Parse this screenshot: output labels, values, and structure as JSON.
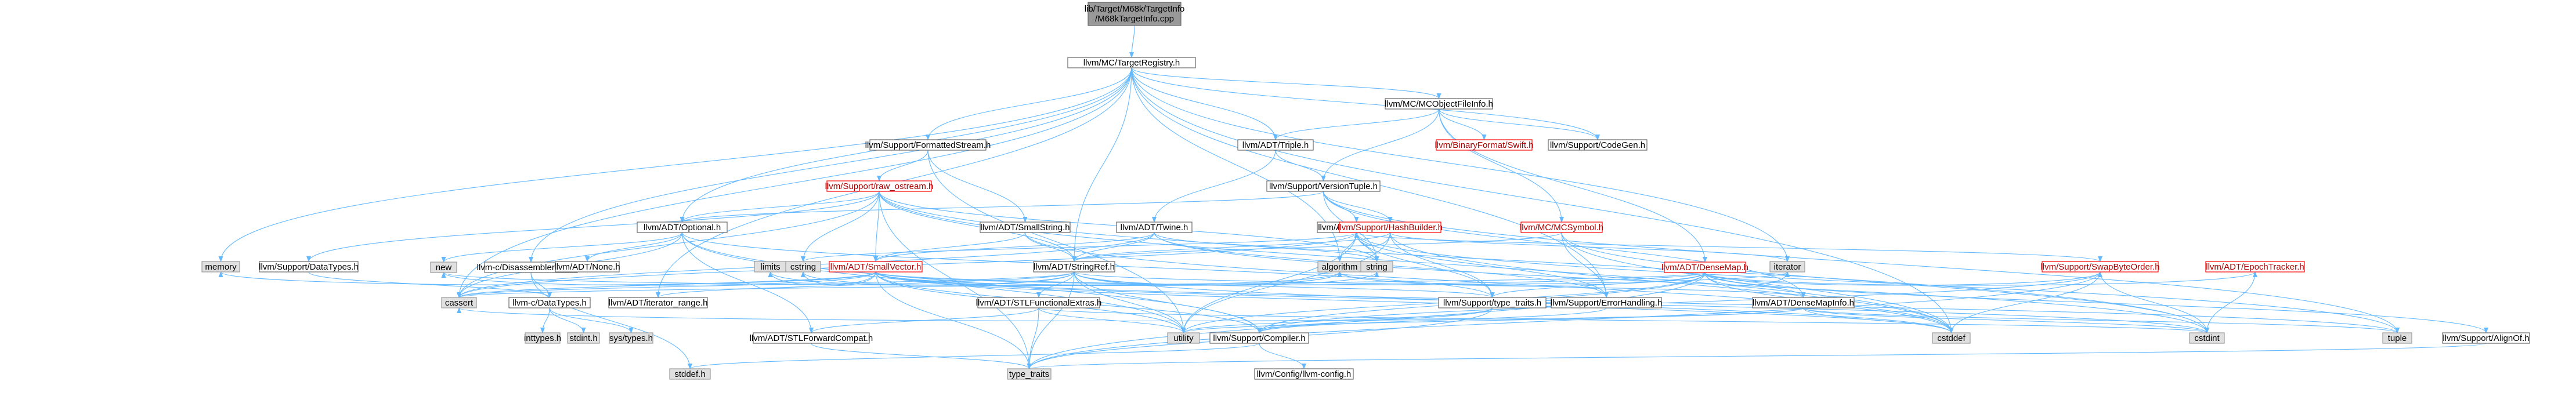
{
  "colors": {
    "node_fill": "#ffffff",
    "node_border": "#666666",
    "root_fill": "#999999",
    "system_fill": "#e0e0e0",
    "system_border": "#999999",
    "red_border": "#ff0000",
    "red_text": "#b00000",
    "edge": "#63b8ff"
  },
  "nodes": [
    {
      "id": "root",
      "label": "lib/Target/M68k/TargetInfo\n/M68kTargetInfo.cpp",
      "style": "root"
    },
    {
      "id": "tr",
      "label": "llvm/MC/TargetRegistry.h",
      "style": "normal"
    },
    {
      "id": "cdis",
      "label": "llvm-c/DisassemblerTypes.h",
      "style": "normal"
    },
    {
      "id": "cdt",
      "label": "llvm-c/DataTypes.h",
      "style": "normal"
    },
    {
      "id": "inttypes",
      "label": "inttypes.h",
      "style": "system"
    },
    {
      "id": "stdinth",
      "label": "stdint.h",
      "style": "system"
    },
    {
      "id": "systypes",
      "label": "sys/types.h",
      "style": "system"
    },
    {
      "id": "stddef",
      "label": "stddef.h",
      "style": "system"
    },
    {
      "id": "memory",
      "label": "memory",
      "style": "system"
    },
    {
      "id": "formstream",
      "label": "llvm/Support/FormattedStream.h",
      "style": "normal"
    },
    {
      "id": "rawostream",
      "label": "llvm/Support/raw_ostream.h",
      "style": "red"
    },
    {
      "id": "supdt",
      "label": "llvm/Support/DataTypes.h",
      "style": "normal"
    },
    {
      "id": "optional",
      "label": "llvm/ADT/Optional.h",
      "style": "normal"
    },
    {
      "id": "none",
      "label": "llvm/ADT/None.h",
      "style": "normal"
    },
    {
      "id": "smallstring",
      "label": "llvm/ADT/SmallString.h",
      "style": "normal"
    },
    {
      "id": "smallvector",
      "label": "llvm/ADT/SmallVector.h",
      "style": "red"
    },
    {
      "id": "iterrange",
      "label": "llvm/ADT/iterator_range.h",
      "style": "normal"
    },
    {
      "id": "new",
      "label": "new",
      "style": "system"
    },
    {
      "id": "limits",
      "label": "limits",
      "style": "system"
    },
    {
      "id": "cstring",
      "label": "cstring",
      "style": "system"
    },
    {
      "id": "cassert",
      "label": "cassert",
      "style": "system"
    },
    {
      "id": "stlfunc",
      "label": "llvm/ADT/STLFunctionalExtras.h",
      "style": "normal"
    },
    {
      "id": "stlfwd",
      "label": "llvm/ADT/STLForwardCompat.h",
      "style": "normal"
    },
    {
      "id": "typetraits",
      "label": "type_traits",
      "style": "system"
    },
    {
      "id": "twine",
      "label": "llvm/ADT/Twine.h",
      "style": "normal"
    },
    {
      "id": "stringref",
      "label": "llvm/ADT/StringRef.h",
      "style": "normal"
    },
    {
      "id": "algorithm",
      "label": "algorithm",
      "style": "system"
    },
    {
      "id": "string",
      "label": "string",
      "style": "system"
    },
    {
      "id": "hashing",
      "label": "llvm/ADT/Hashing.h",
      "style": "normal"
    },
    {
      "id": "triple",
      "label": "llvm/ADT/Triple.h",
      "style": "normal"
    },
    {
      "id": "versiontuple",
      "label": "llvm/Support/VersionTuple.h",
      "style": "normal"
    },
    {
      "id": "hashbuilder",
      "label": "llvm/Support/HashBuilder.h",
      "style": "red"
    },
    {
      "id": "mcobj",
      "label": "llvm/MC/MCObjectFileInfo.h",
      "style": "normal"
    },
    {
      "id": "swift",
      "label": "llvm/BinaryFormat/Swift.h",
      "style": "red"
    },
    {
      "id": "codegen",
      "label": "llvm/Support/CodeGen.h",
      "style": "normal"
    },
    {
      "id": "mcsymbol",
      "label": "llvm/MC/MCSymbol.h",
      "style": "red"
    },
    {
      "id": "densemap",
      "label": "llvm/ADT/DenseMap.h",
      "style": "red"
    },
    {
      "id": "densemapinfo",
      "label": "llvm/ADT/DenseMapInfo.h",
      "style": "normal"
    },
    {
      "id": "typetraitsh",
      "label": "llvm/Support/type_traits.h",
      "style": "normal"
    },
    {
      "id": "errhandling",
      "label": "llvm/Support/ErrorHandling.h",
      "style": "normal"
    },
    {
      "id": "compiler",
      "label": "llvm/Support/Compiler.h",
      "style": "normal"
    },
    {
      "id": "llvmconfig",
      "label": "llvm/Config/llvm-config.h",
      "style": "normal"
    },
    {
      "id": "utility",
      "label": "utility",
      "style": "system"
    },
    {
      "id": "iterator",
      "label": "iterator",
      "style": "system"
    },
    {
      "id": "cstddef",
      "label": "cstddef",
      "style": "system"
    },
    {
      "id": "swapbyte",
      "label": "llvm/Support/SwapByteOrder.h",
      "style": "red"
    },
    {
      "id": "epoch",
      "label": "llvm/ADT/EpochTracker.h",
      "style": "red"
    },
    {
      "id": "cstdint",
      "label": "cstdint",
      "style": "system"
    },
    {
      "id": "tuple",
      "label": "tuple",
      "style": "system"
    },
    {
      "id": "alignof",
      "label": "llvm/Support/AlignOf.h",
      "style": "normal"
    }
  ],
  "edges": [
    [
      "root",
      "tr"
    ],
    [
      "tr",
      "cdis"
    ],
    [
      "tr",
      "memory"
    ],
    [
      "tr",
      "formstream"
    ],
    [
      "tr",
      "optional"
    ],
    [
      "tr",
      "stringref"
    ],
    [
      "tr",
      "triple"
    ],
    [
      "tr",
      "mcobj"
    ],
    [
      "tr",
      "codegen"
    ],
    [
      "tr",
      "errhandling"
    ],
    [
      "tr",
      "iterator"
    ],
    [
      "tr",
      "cstddef"
    ],
    [
      "tr",
      "algorithm"
    ],
    [
      "tr",
      "cassert"
    ],
    [
      "tr",
      "iterrange"
    ],
    [
      "cdis",
      "cdt"
    ],
    [
      "cdis",
      "stddef"
    ],
    [
      "cdt",
      "inttypes"
    ],
    [
      "cdt",
      "stdinth"
    ],
    [
      "cdt",
      "systypes"
    ],
    [
      "formstream",
      "rawostream"
    ],
    [
      "formstream",
      "smallstring"
    ],
    [
      "formstream",
      "utility"
    ],
    [
      "rawostream",
      "supdt"
    ],
    [
      "rawostream",
      "optional"
    ],
    [
      "rawostream",
      "smallvector"
    ],
    [
      "rawostream",
      "stringref"
    ],
    [
      "rawostream",
      "cassert"
    ],
    [
      "rawostream",
      "cstddef"
    ],
    [
      "rawostream",
      "cstdint"
    ],
    [
      "rawostream",
      "cstring"
    ],
    [
      "rawostream",
      "string"
    ],
    [
      "rawostream",
      "typetraits"
    ],
    [
      "supdt",
      "cdt"
    ],
    [
      "optional",
      "none"
    ],
    [
      "optional",
      "stlfwd"
    ],
    [
      "optional",
      "typetraitsh"
    ],
    [
      "optional",
      "compiler"
    ],
    [
      "optional",
      "cassert"
    ],
    [
      "optional",
      "new"
    ],
    [
      "optional",
      "utility"
    ],
    [
      "smallstring",
      "smallvector"
    ],
    [
      "smallstring",
      "stringref"
    ],
    [
      "smallstring",
      "cstddef"
    ],
    [
      "smallvector",
      "compiler"
    ],
    [
      "smallvector",
      "typetraitsh"
    ],
    [
      "smallvector",
      "algorithm"
    ],
    [
      "smallvector",
      "cassert"
    ],
    [
      "smallvector",
      "cstddef"
    ],
    [
      "smallvector",
      "cstdint"
    ],
    [
      "smallvector",
      "cstring"
    ],
    [
      "smallvector",
      "iterator"
    ],
    [
      "smallvector",
      "limits"
    ],
    [
      "smallvector",
      "memory"
    ],
    [
      "smallvector",
      "new"
    ],
    [
      "smallvector",
      "utility"
    ],
    [
      "smallvector",
      "tuple"
    ],
    [
      "smallvector",
      "typetraits"
    ],
    [
      "stlfunc",
      "stlfwd"
    ],
    [
      "stlfunc",
      "typetraits"
    ],
    [
      "stlfunc",
      "utility"
    ],
    [
      "stlfunc",
      "cstdint"
    ],
    [
      "stlfwd",
      "typetraits"
    ],
    [
      "twine",
      "smallvector"
    ],
    [
      "twine",
      "stringref"
    ],
    [
      "twine",
      "errhandling"
    ],
    [
      "twine",
      "cassert"
    ],
    [
      "twine",
      "cstdint"
    ],
    [
      "twine",
      "string"
    ],
    [
      "stringref",
      "stlfunc"
    ],
    [
      "stringref",
      "iterrange"
    ],
    [
      "stringref",
      "compiler"
    ],
    [
      "stringref",
      "algorithm"
    ],
    [
      "stringref",
      "cassert"
    ],
    [
      "stringref",
      "cstddef"
    ],
    [
      "stringref",
      "cstring"
    ],
    [
      "stringref",
      "limits"
    ],
    [
      "stringref",
      "string"
    ],
    [
      "stringref",
      "typetraits"
    ],
    [
      "stringref",
      "utility"
    ],
    [
      "stringref",
      "densemapinfo"
    ],
    [
      "hashing",
      "errhandling"
    ],
    [
      "hashing",
      "swapbyte"
    ],
    [
      "hashing",
      "typetraitsh"
    ],
    [
      "hashing",
      "algorithm"
    ],
    [
      "hashing",
      "cassert"
    ],
    [
      "hashing",
      "cstring"
    ],
    [
      "hashing",
      "string"
    ],
    [
      "hashing",
      "tuple"
    ],
    [
      "hashing",
      "utility"
    ],
    [
      "triple",
      "twine"
    ],
    [
      "triple",
      "versiontuple"
    ],
    [
      "versiontuple",
      "densemapinfo"
    ],
    [
      "versiontuple",
      "hashing"
    ],
    [
      "versiontuple",
      "optional"
    ],
    [
      "versiontuple",
      "hashbuilder"
    ],
    [
      "versiontuple",
      "string"
    ],
    [
      "versiontuple",
      "tuple"
    ],
    [
      "hashbuilder",
      "stringref"
    ],
    [
      "hashbuilder",
      "hashing"
    ],
    [
      "hashbuilder",
      "typetraitsh"
    ],
    [
      "hashbuilder",
      "iterator"
    ],
    [
      "hashbuilder",
      "cstddef"
    ],
    [
      "hashbuilder",
      "utility"
    ],
    [
      "mcobj",
      "triple"
    ],
    [
      "mcobj",
      "mcsymbol"
    ],
    [
      "mcobj",
      "swift"
    ],
    [
      "mcobj",
      "codegen"
    ],
    [
      "mcobj",
      "versiontuple"
    ],
    [
      "mcobj",
      "densemap"
    ],
    [
      "mcsymbol",
      "stringref"
    ],
    [
      "mcsymbol",
      "errhandling"
    ],
    [
      "mcsymbol",
      "cstddef"
    ],
    [
      "mcsymbol",
      "cstdint"
    ],
    [
      "densemap",
      "densemapinfo"
    ],
    [
      "densemap",
      "epoch"
    ],
    [
      "densemap",
      "alignof"
    ],
    [
      "densemap",
      "compiler"
    ],
    [
      "densemap",
      "swapbyte"
    ],
    [
      "densemap",
      "typetraitsh"
    ],
    [
      "densemap",
      "algorithm"
    ],
    [
      "densemap",
      "cassert"
    ],
    [
      "densemap",
      "cstddef"
    ],
    [
      "densemap",
      "iterator"
    ],
    [
      "densemap",
      "new"
    ],
    [
      "densemap",
      "typetraits"
    ],
    [
      "densemap",
      "utility"
    ],
    [
      "densemapinfo",
      "cassert"
    ],
    [
      "densemapinfo",
      "cstddef"
    ],
    [
      "densemapinfo",
      "cstdint"
    ],
    [
      "densemapinfo",
      "tuple"
    ],
    [
      "densemapinfo",
      "utility"
    ],
    [
      "typetraitsh",
      "compiler"
    ],
    [
      "typetraitsh",
      "typetraits"
    ],
    [
      "typetraitsh",
      "utility"
    ],
    [
      "errhandling",
      "compiler"
    ],
    [
      "compiler",
      "llvmconfig"
    ],
    [
      "compiler",
      "stddef"
    ],
    [
      "swapbyte",
      "compiler"
    ],
    [
      "swapbyte",
      "cstddef"
    ],
    [
      "swapbyte",
      "cstdint"
    ],
    [
      "swapbyte",
      "typetraits"
    ],
    [
      "epoch",
      "cstdint"
    ],
    [
      "alignof",
      "typetraits"
    ]
  ]
}
